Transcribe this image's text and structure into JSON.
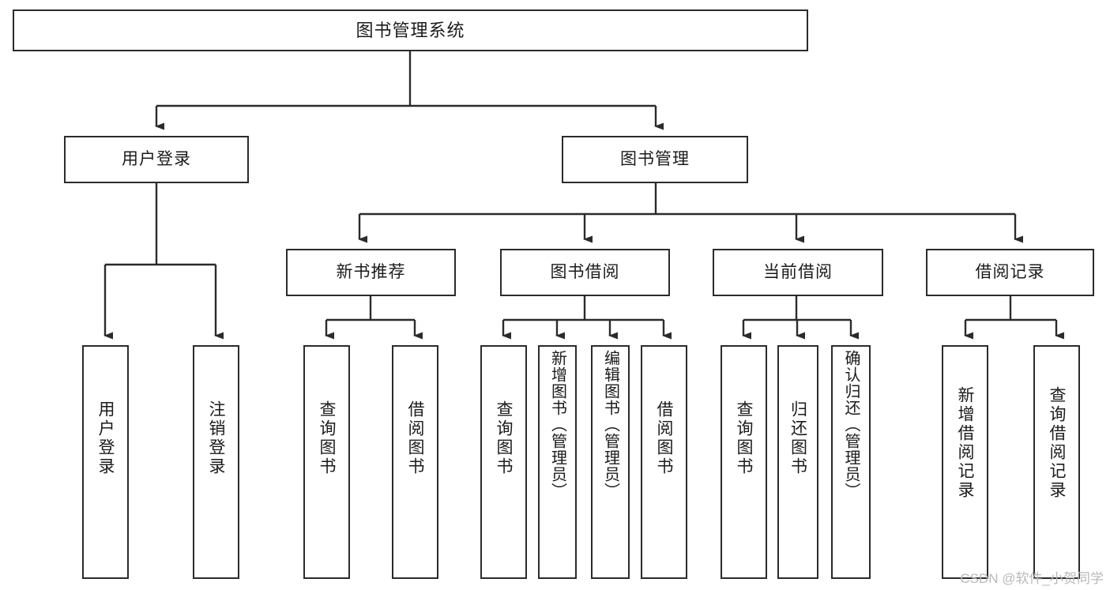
{
  "diagram": {
    "title": "图书管理系统",
    "type": "hierarchy-tree",
    "watermark": "CSDN @软件_小贺同学",
    "colors": {
      "background": "#ffffff",
      "box_border": "#2b2b2b",
      "box_fill": "#ffffff",
      "text": "#1b1b1b",
      "connector": "#2b2b2b",
      "watermark": "#b9b9b9"
    },
    "root": {
      "label": "图书管理系统"
    },
    "level2": [
      {
        "id": "user-login",
        "label": "用户登录"
      },
      {
        "id": "book-management",
        "label": "图书管理"
      }
    ],
    "level3": [
      {
        "id": "new-book-recommend",
        "label": "新书推荐"
      },
      {
        "id": "book-borrow",
        "label": "图书借阅"
      },
      {
        "id": "current-borrow",
        "label": "当前借阅"
      },
      {
        "id": "borrow-record",
        "label": "借阅记录"
      }
    ],
    "leaves": {
      "user_login": [
        {
          "id": "leaf-user-login",
          "label": "用户登录"
        },
        {
          "id": "leaf-logout-login",
          "label": "注销登录"
        }
      ],
      "new_book_recommend": [
        {
          "id": "leaf-query-book-1",
          "label": "查询图书"
        },
        {
          "id": "leaf-borrow-book-1",
          "label": "借阅图书"
        }
      ],
      "book_borrow": [
        {
          "id": "leaf-query-book-2",
          "label": "查询图书"
        },
        {
          "id": "leaf-add-book-admin",
          "label": "新增图书（管理员）"
        },
        {
          "id": "leaf-edit-book-admin",
          "label": "编辑图书（管理员）"
        },
        {
          "id": "leaf-borrow-book-2",
          "label": "借阅图书"
        }
      ],
      "current_borrow": [
        {
          "id": "leaf-query-book-3",
          "label": "查询图书"
        },
        {
          "id": "leaf-return-book",
          "label": "归还图书"
        },
        {
          "id": "leaf-confirm-return-admin",
          "label": "确认归还（管理员）"
        }
      ],
      "borrow_record": [
        {
          "id": "leaf-add-borrow-record",
          "label": "新增借阅记录"
        },
        {
          "id": "leaf-query-borrow-record",
          "label": "查询借阅记录"
        }
      ]
    }
  }
}
